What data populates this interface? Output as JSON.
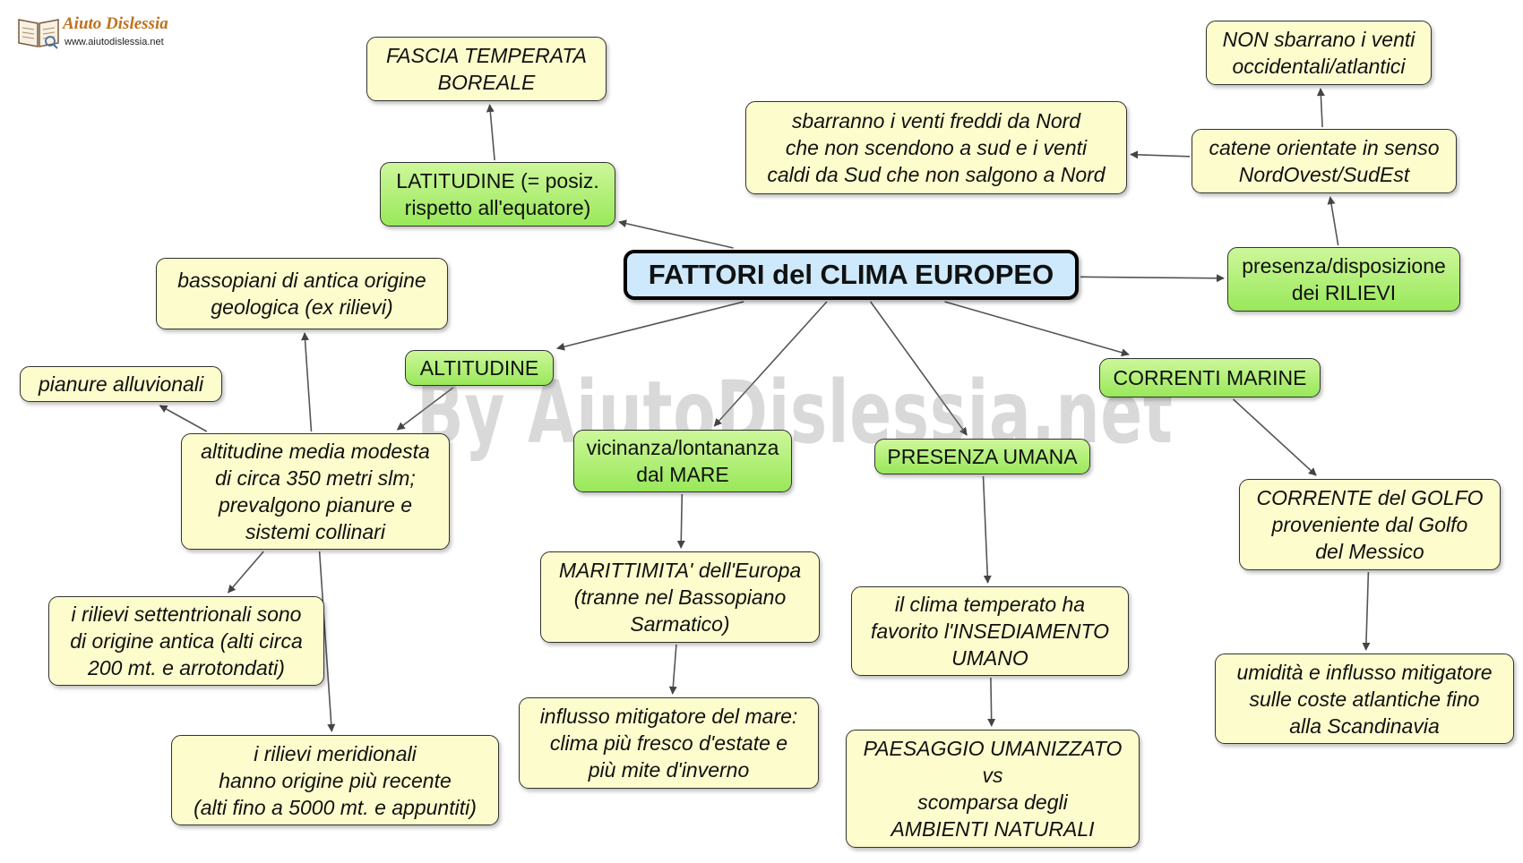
{
  "logo": {
    "title": "Aiuto Dislessia",
    "url": "www.aiutodislessia.net"
  },
  "watermark": "By AiutoDislessia.net",
  "colors": {
    "concept_fill": "#fdfccc",
    "category_fill": "#b8f07e",
    "root_fill": "#cde9fb",
    "edge": "#555555"
  },
  "nodes": {
    "root": "FATTORI del CLIMA EUROPEO",
    "latitudine": "LATITUDINE (= posiz.\nrispetto all'equatore)",
    "fascia": "FASCIA TEMPERATA\nBOREALE",
    "altitudine": "ALTITUDINE",
    "altitudine_media": "altitudine media modesta\ndi circa 350 metri slm;\nprevalgono pianure e\nsistemi collinari",
    "bassopiani": "bassopiani di antica origine\ngeologica (ex rilievi)",
    "pianure": "pianure alluvionali",
    "rilievi_settentrionali": "i rilievi settentrionali sono\ndi origine antica (alti circa\n200 mt. e arrotondati)",
    "rilievi_meridionali": "i rilievi meridionali\nhanno origine più recente\n(alti fino a 5000 mt. e appuntiti)",
    "mare": "vicinanza/lontananza\ndal MARE",
    "marittimita": "MARITTIMITA' dell'Europa\n(tranne nel Bassopiano\nSarmatico)",
    "influsso_mare": "influsso mitigatore del mare:\nclima più fresco d'estate e\npiù mite d'inverno",
    "presenza_umana": "PRESENZA UMANA",
    "insediamento": "il clima temperato ha\nfavorito l'INSEDIAMENTO\nUMANO",
    "paesaggio": "PAESAGGIO UMANIZZATO\nvs\nscomparsa degli\nAMBIENTI NATURALI",
    "correnti": "CORRENTI MARINE",
    "golfo": "CORRENTE del GOLFO\nproveniente dal Golfo\ndel Messico",
    "umidita": "umidità e influsso mitigatore\nsulle coste atlantiche fino\nalla Scandinavia",
    "rilievi": "presenza/disposizione\ndei RILIEVI",
    "catene": "catene orientate in senso\nNordOvest/SudEst",
    "non_sbarrano": "NON sbarrano i venti\noccidentali/atlantici",
    "sbarrano": "sbarranno i venti freddi da Nord\nche non scendono a sud e i venti\ncaldi da Sud che non salgono a Nord"
  },
  "edges": [
    [
      "root",
      "latitudine"
    ],
    [
      "latitudine",
      "fascia"
    ],
    [
      "root",
      "altitudine"
    ],
    [
      "altitudine",
      "altitudine_media"
    ],
    [
      "altitudine_media",
      "bassopiani"
    ],
    [
      "altitudine_media",
      "pianure"
    ],
    [
      "altitudine_media",
      "rilievi_settentrionali"
    ],
    [
      "altitudine_media",
      "rilievi_meridionali"
    ],
    [
      "root",
      "mare"
    ],
    [
      "mare",
      "marittimita"
    ],
    [
      "marittimita",
      "influsso_mare"
    ],
    [
      "root",
      "presenza_umana"
    ],
    [
      "presenza_umana",
      "insediamento"
    ],
    [
      "insediamento",
      "paesaggio"
    ],
    [
      "root",
      "correnti"
    ],
    [
      "correnti",
      "golfo"
    ],
    [
      "golfo",
      "umidita"
    ],
    [
      "root",
      "rilievi"
    ],
    [
      "rilievi",
      "catene"
    ],
    [
      "catene",
      "non_sbarrano"
    ],
    [
      "catene",
      "sbarrano"
    ]
  ]
}
